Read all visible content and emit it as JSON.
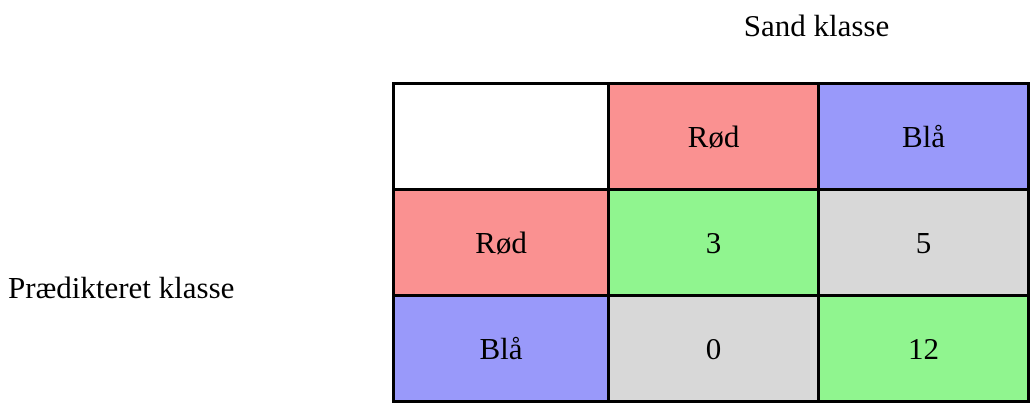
{
  "figure": {
    "column_axis_title": "Sand klasse",
    "row_axis_title": "Prædikteret klasse"
  },
  "palette": {
    "red": "#fa9191",
    "blue": "#9999fa",
    "green": "#90f58f",
    "gray": "#d8d8d8",
    "white": "#ffffff",
    "border": "#000000"
  },
  "matrix": {
    "corner_cell": "",
    "column_headers": [
      "Rød",
      "Blå"
    ],
    "row_headers": [
      "Rød",
      "Blå"
    ],
    "rows": [
      {
        "header": "Rød",
        "cells": [
          "3",
          "5"
        ]
      },
      {
        "header": "Blå",
        "cells": [
          "0",
          "12"
        ]
      }
    ]
  },
  "chart_data": {
    "type": "table",
    "title": "",
    "xlabel": "Sand klasse",
    "ylabel": "Prædikteret klasse",
    "categories": [
      "Rød",
      "Blå"
    ],
    "row_categories": [
      "Rød",
      "Blå"
    ],
    "column_categories": [
      "Rød",
      "Blå"
    ],
    "values": [
      [
        3,
        5
      ],
      [
        0,
        12
      ]
    ],
    "cell_colors": [
      [
        "#90f58f",
        "#d8d8d8"
      ],
      [
        "#d8d8d8",
        "#90f58f"
      ]
    ],
    "annotations": [
      "Diagonal (correct) cells are green: 3 and 12",
      "Off-diagonal (incorrect) cells are gray: 5 and 0"
    ],
    "grid": true,
    "legend": "none"
  }
}
